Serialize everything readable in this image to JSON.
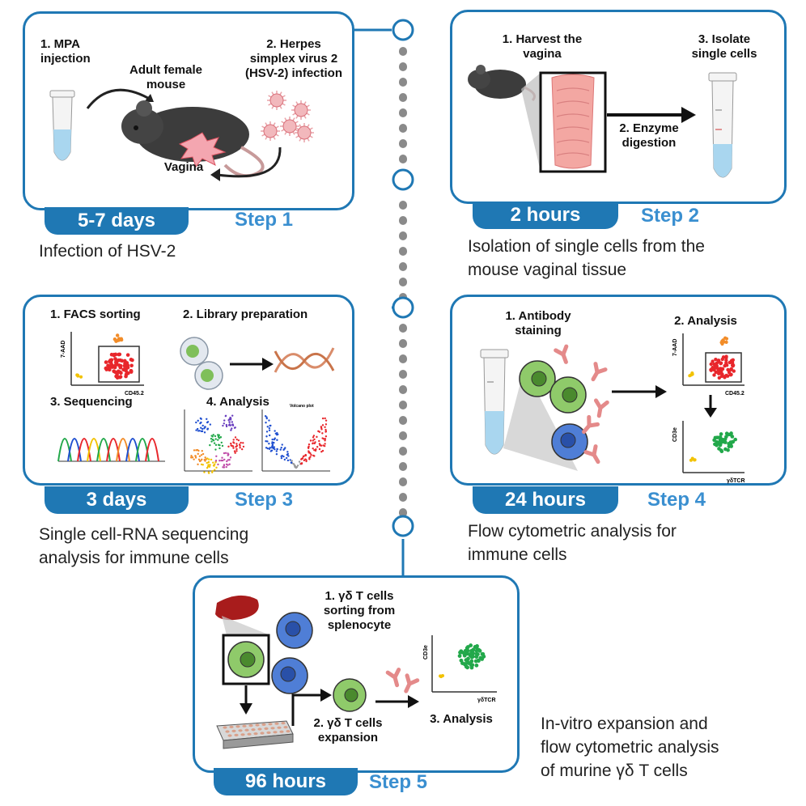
{
  "step1": {
    "label_mpa": "1. MPA\ninjection",
    "label_mouse": "Adult female\nmouse",
    "label_hsv": "2. Herpes\nsimplex virus 2\n(HSV-2) infection",
    "label_vagina": "Vagina",
    "duration": "5-7 days",
    "step": "Step 1",
    "description": "Infection of HSV-2"
  },
  "step2": {
    "label_harvest": "1. Harvest the\nvagina",
    "label_isolate": "3. Isolate\nsingle cells",
    "label_enzyme": "2. Enzyme\ndigestion",
    "duration": "2 hours",
    "step": "Step 2",
    "description": "Isolation of single cells from the\nmouse vaginal tissue"
  },
  "step3": {
    "label_facs": "1. FACS sorting",
    "label_library": "2. Library preparation",
    "label_sequencing": "3. Sequencing",
    "label_analysis": "4. Analysis",
    "axis_7aad": "7-AAD",
    "axis_cd45": "CD45.2",
    "volcano_title": "Volcano plot",
    "duration": "3 days",
    "step": "Step 3",
    "description": "Single cell-RNA sequencing\nanalysis for immune cells"
  },
  "step4": {
    "label_antibody": "1. Antibody\nstaining",
    "label_analysis": "2. Analysis",
    "axis_7aad": "7-AAD",
    "axis_cd45": "CD45.2",
    "axis_cd3e": "CD3e",
    "axis_gdtcr": "γδTCR",
    "duration": "24 hours",
    "step": "Step 4",
    "description": "Flow cytometric analysis for\nimmune cells"
  },
  "step5": {
    "label_sorting": "1. γδ T cells\nsorting from\nsplenocyte",
    "label_expansion": "2. γδ T cells\nexpansion",
    "label_analysis": "3. Analysis",
    "axis_cd3e": "CD3e",
    "axis_gdtcr": "γδTCR",
    "duration": "96 hours",
    "step": "Step 5",
    "description": "In-vitro expansion and\nflow cytometric analysis\nof murine γδ T cells"
  },
  "colors": {
    "primary_blue": "#1f78b4",
    "step_blue": "#3a8fd0",
    "timeline_gray": "#888888",
    "cell_green": "#7fbf5a",
    "cell_blue": "#3b6fc8",
    "dot_red": "#e8262b",
    "dot_orange": "#f28c28",
    "dot_yellow": "#f2c200",
    "dot_green": "#22a84a"
  }
}
